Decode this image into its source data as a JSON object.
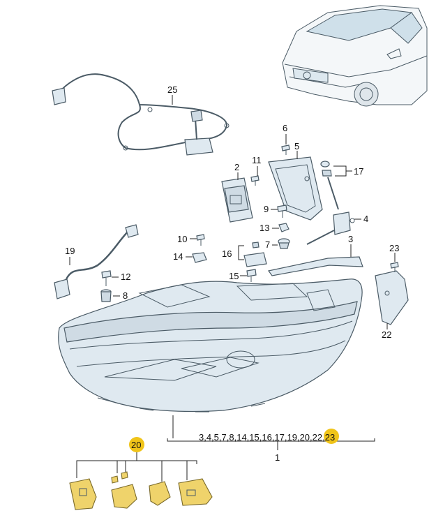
{
  "callouts": {
    "c1": "1",
    "c2": "2",
    "c3": "3",
    "c4": "4",
    "c5": "5",
    "c6": "6",
    "c7": "7",
    "c8": "8",
    "c9": "9",
    "c10": "10",
    "c11": "11",
    "c12": "12",
    "c13": "13",
    "c14": "14",
    "c15": "15",
    "c16": "16",
    "c17": "17",
    "c19": "19",
    "c20": "20",
    "c22": "22",
    "c23": "23",
    "c25": "25"
  },
  "assembly_parts": {
    "prefix": "3,4,5,7,8,14,15,16,17,19,",
    "highlight": "20",
    "suffix": ",22,23"
  },
  "colors": {
    "part_fill": "#dfe9f0",
    "outline": "#4b5b66",
    "bracket_gold": "#efd36b",
    "highlight": "#f0c419"
  }
}
